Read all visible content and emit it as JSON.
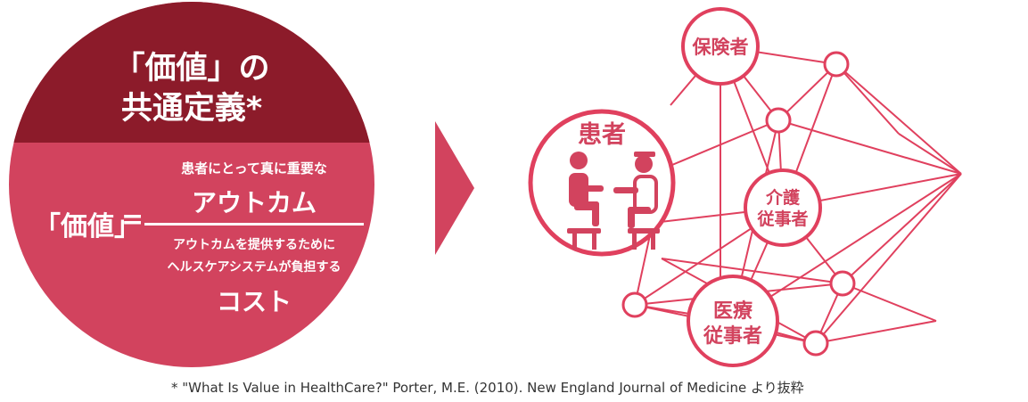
{
  "definition": {
    "title_line1": "「価値」の",
    "title_line2": "共通定義*",
    "formula_label": "「価値」",
    "equals": "=",
    "numerator_small": "患者にとって真に重要な",
    "numerator_big": "アウトカム",
    "denominator_small_line1": "アウトカムを提供するために",
    "denominator_small_line2": "ヘルスケアシステムが負担する",
    "denominator_big": "コスト"
  },
  "network": {
    "patient": "患者",
    "insurer": "保険者",
    "caregiver_line1": "介護",
    "caregiver_line2": "従事者",
    "medical_line1": "医療",
    "medical_line2": "従事者"
  },
  "footnote": "* \"What Is Value in HealthCare?\" Porter, M.E. (2010). New England Journal of Medicine より抜粋",
  "colors": {
    "dark_red": "#8c1b2a",
    "pink_red": "#d2435e",
    "network_red": "#e0405e"
  }
}
